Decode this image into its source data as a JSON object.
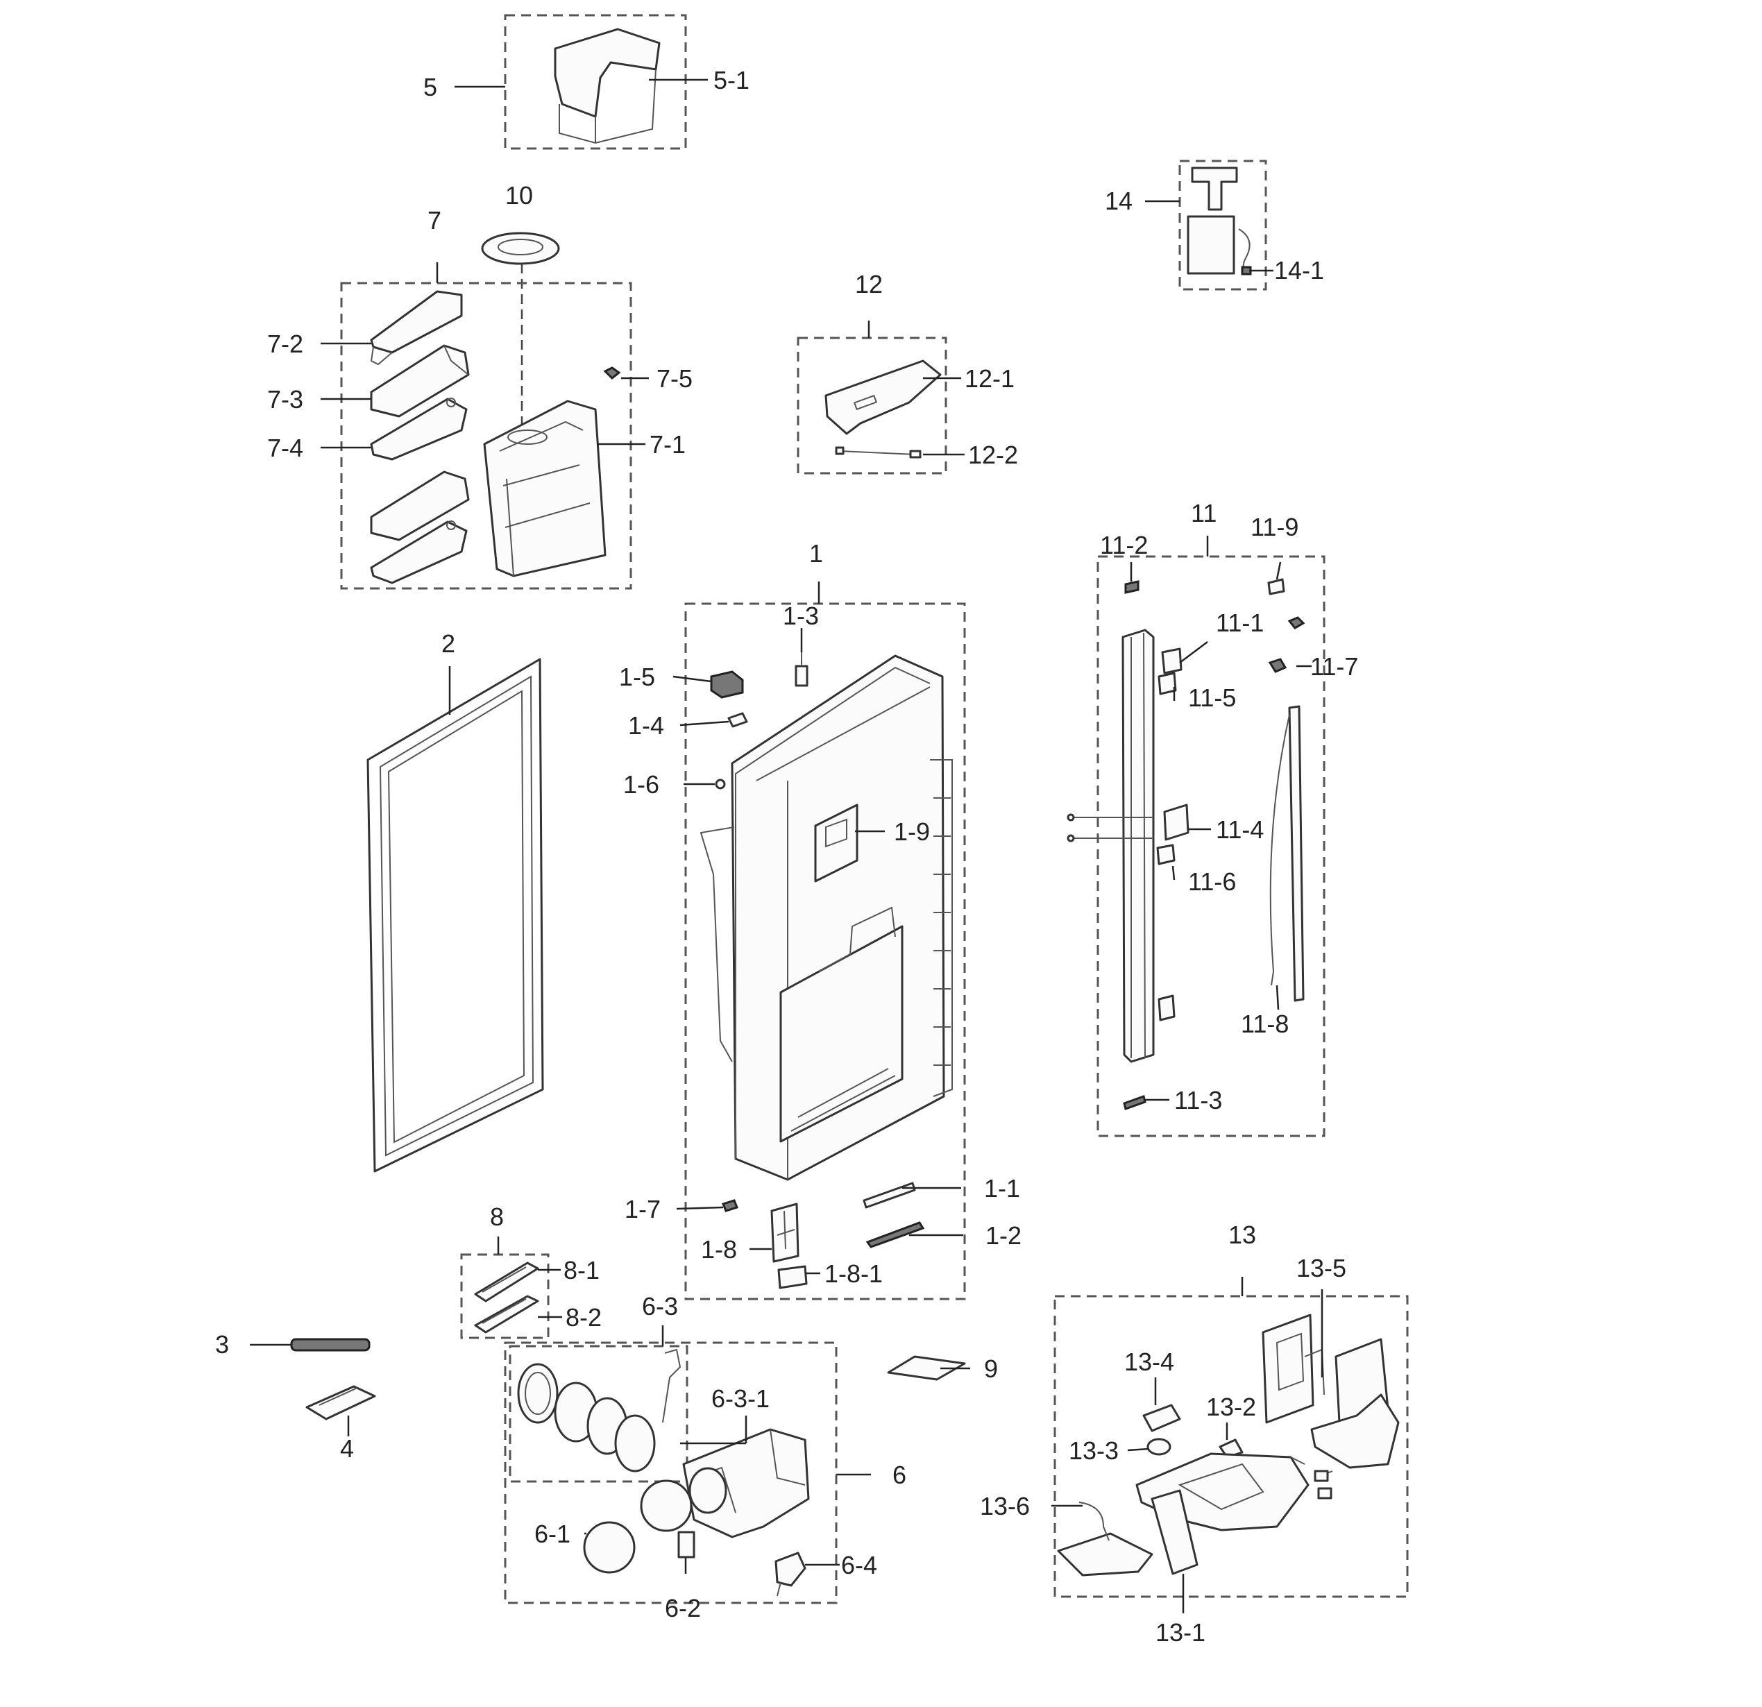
{
  "callouts": {
    "c1": "1",
    "c1_1": "1-1",
    "c1_2": "1-2",
    "c1_3": "1-3",
    "c1_4": "1-4",
    "c1_5": "1-5",
    "c1_6": "1-6",
    "c1_7": "1-7",
    "c1_8": "1-8",
    "c1_8_1": "1-8-1",
    "c1_9": "1-9",
    "c2": "2",
    "c3": "3",
    "c4": "4",
    "c5": "5",
    "c5_1": "5-1",
    "c6": "6",
    "c6_1": "6-1",
    "c6_2": "6-2",
    "c6_3": "6-3",
    "c6_3_1": "6-3-1",
    "c6_4": "6-4",
    "c7": "7",
    "c7_1": "7-1",
    "c7_2": "7-2",
    "c7_3": "7-3",
    "c7_4": "7-4",
    "c7_5": "7-5",
    "c8": "8",
    "c8_1": "8-1",
    "c8_2": "8-2",
    "c9": "9",
    "c10": "10",
    "c11": "11",
    "c11_1": "11-1",
    "c11_2": "11-2",
    "c11_3": "11-3",
    "c11_4": "11-4",
    "c11_5": "11-5",
    "c11_6": "11-6",
    "c11_7": "11-7",
    "c11_8": "11-8",
    "c11_9": "11-9",
    "c12": "12",
    "c12_1": "12-1",
    "c12_2": "12-2",
    "c13": "13",
    "c13_1": "13-1",
    "c13_2": "13-2",
    "c13_3": "13-3",
    "c13_4": "13-4",
    "c13_5": "13-5",
    "c13_6": "13-6",
    "c14": "14",
    "c14_1": "14-1"
  }
}
